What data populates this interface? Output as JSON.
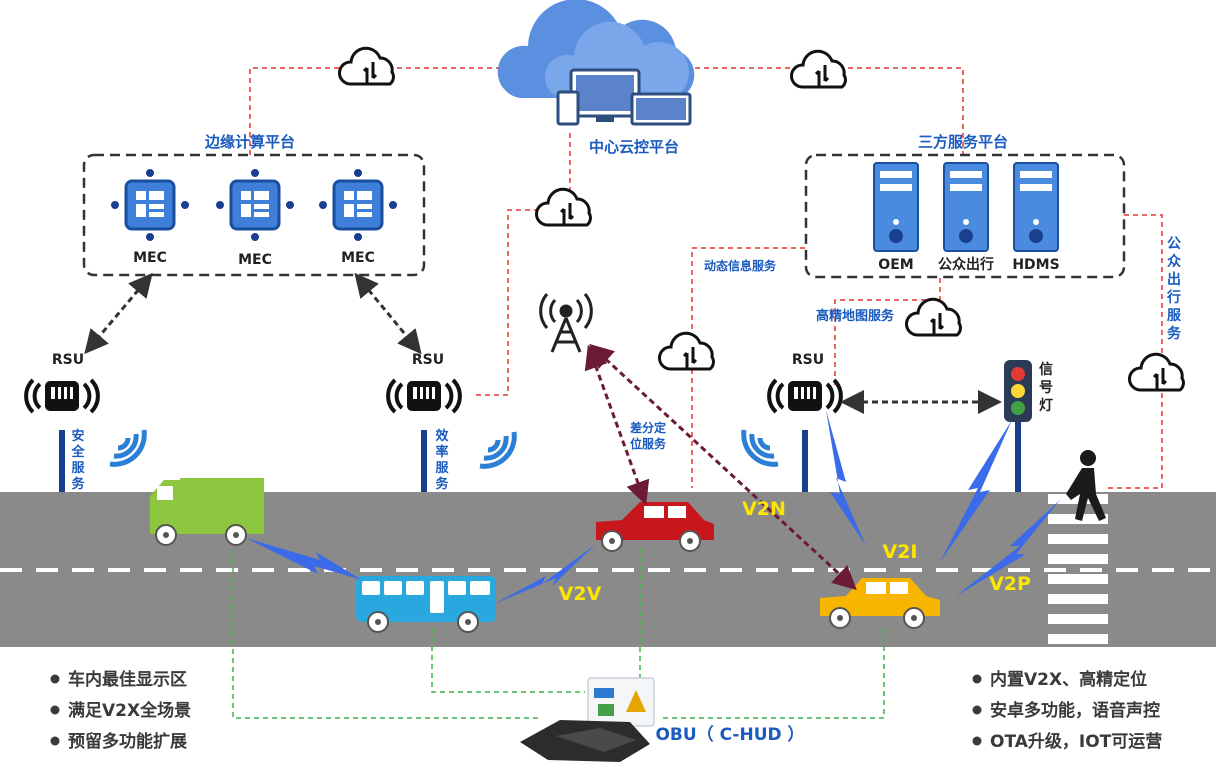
{
  "cloud_platform": {
    "label": "中心云控平台"
  },
  "edge_platform": {
    "label": "边缘计算平台",
    "nodes": [
      "MEC",
      "MEC",
      "MEC"
    ]
  },
  "third_party_platform": {
    "label": "三方服务平台",
    "servers": [
      "OEM",
      "公众出行",
      "HDMS"
    ]
  },
  "services": {
    "dynamic_info": "动态信息服务",
    "hd_map": "高精地图服务",
    "public_travel": "公众出行服务",
    "diff_positioning": "差分定位服务"
  },
  "rsu": {
    "left": {
      "label": "RSU",
      "service": "安全服务"
    },
    "middle": {
      "label": "RSU",
      "service": "效率服务"
    },
    "right": {
      "label": "RSU"
    }
  },
  "traffic_light": {
    "label": "信号灯"
  },
  "links": {
    "v2n": "V2N",
    "v2v": "V2V",
    "v2i": "V2I",
    "v2p": "V2P"
  },
  "obu": {
    "label": "OBU（ C-HUD ）"
  },
  "features_left": [
    "车内最佳显示区",
    "满足V2X全场景",
    "预留多功能扩展"
  ],
  "features_right": [
    "内置V2X、高精定位",
    "安卓多功能，语音声控",
    "OTA升级，IOT可运营"
  ],
  "colors": {
    "accent_blue": "#1a5bbf",
    "road": "#8a8a8a",
    "dashed_red": "#e8302c",
    "dashed_green": "#3cb44b",
    "signal_arrow": "#3b6be8",
    "diff_arrow": "#6b1b35",
    "truck": "#8dc63f",
    "bus": "#29a8e0",
    "red_car": "#c8161d",
    "yellow_car": "#f7b500"
  }
}
